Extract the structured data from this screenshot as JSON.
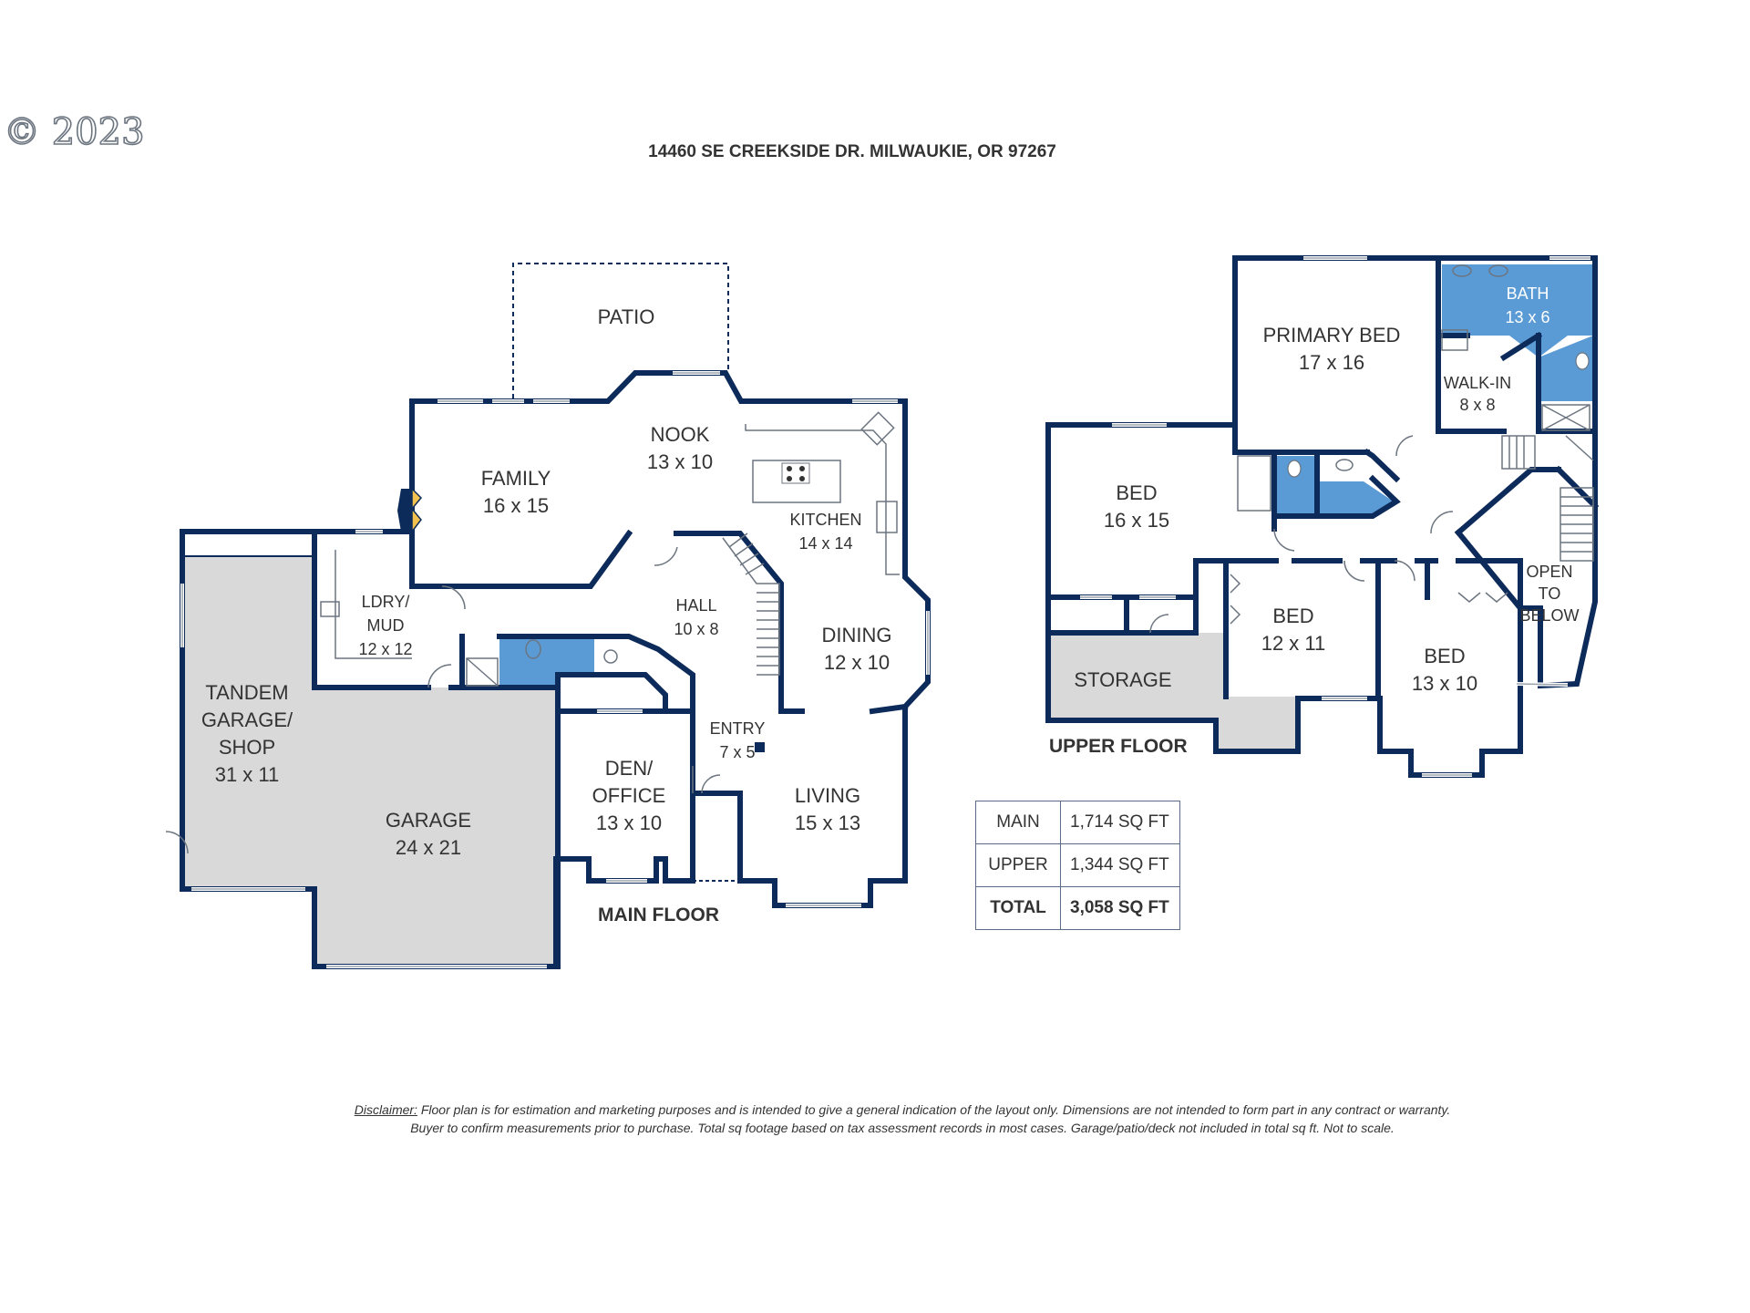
{
  "copyright": "© 2023",
  "address": "14460 SE CREEKSIDE DR. MILWAUKIE, OR 97267",
  "floors": {
    "main": "MAIN FLOOR",
    "upper": "UPPER FLOOR"
  },
  "rooms": {
    "patio": {
      "name": "PATIO"
    },
    "family": {
      "name": "FAMILY",
      "dim": "16 x 15"
    },
    "nook": {
      "name": "NOOK",
      "dim": "13 x 10"
    },
    "kitchen": {
      "name": "KITCHEN",
      "dim": "14 x 14"
    },
    "ldry": {
      "name1": "LDRY/",
      "name2": "MUD",
      "dim": "12 x 12"
    },
    "hall": {
      "name": "HALL",
      "dim": "10 x 8"
    },
    "dining": {
      "name": "DINING",
      "dim": "12 x 10"
    },
    "tandem": {
      "name1": "TANDEM",
      "name2": "GARAGE/",
      "name3": "SHOP",
      "dim": "31 x 11"
    },
    "garage": {
      "name": "GARAGE",
      "dim": "24 x 21"
    },
    "entry": {
      "name": "ENTRY",
      "dim": "7 x 5"
    },
    "den": {
      "name1": "DEN/",
      "name2": "OFFICE",
      "dim": "13 x 10"
    },
    "living": {
      "name": "LIVING",
      "dim": "15 x 13"
    },
    "primary": {
      "name": "PRIMARY BED",
      "dim": "17 x 16"
    },
    "bath": {
      "name": "BATH",
      "dim": "13 x 6"
    },
    "walkin": {
      "name": "WALK-IN",
      "dim": "8 x 8"
    },
    "bed1": {
      "name": "BED",
      "dim": "16 x 15"
    },
    "bed2": {
      "name": "BED",
      "dim": "12 x 11"
    },
    "bed3": {
      "name": "BED",
      "dim": "13 x 10"
    },
    "storage": {
      "name": "STORAGE"
    },
    "open": {
      "l1": "OPEN",
      "l2": "TO",
      "l3": "BELOW"
    }
  },
  "sqft": [
    {
      "label": "MAIN",
      "value": "1,714 SQ FT"
    },
    {
      "label": "UPPER",
      "value": "1,344 SQ FT"
    },
    {
      "label": "TOTAL",
      "value": "3,058 SQ FT"
    }
  ],
  "disclaimer": {
    "label": "Disclaimer:",
    "line1": " Floor plan is for estimation and marketing purposes and is intended to give a general indication of the layout only. Dimensions are not intended to form part in any contract or warranty.",
    "line2": "Buyer to confirm measurements  prior to purchase. Total sq footage based on tax assessment records in most cases. Garage/patio/deck not included in total sq ft. Not to scale."
  },
  "colors": {
    "wall": "#0d2b5a",
    "bath_fill": "#5b9bd5",
    "garage_fill": "#d9d9d9",
    "fireplace": "#f2c14e"
  }
}
